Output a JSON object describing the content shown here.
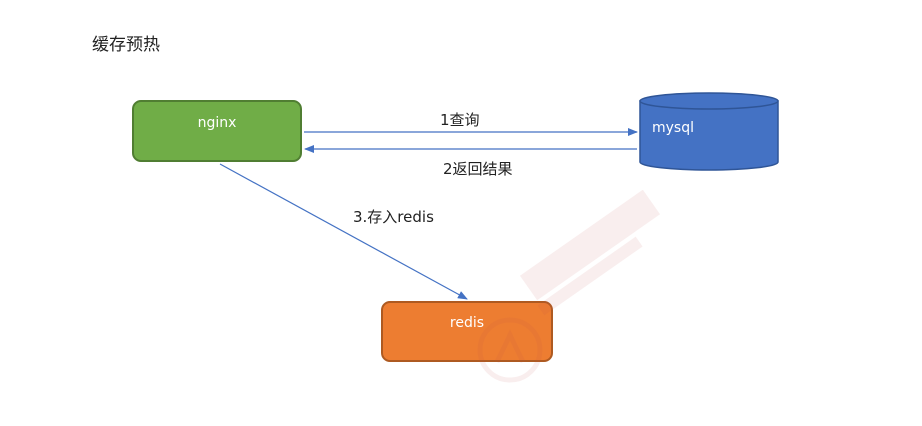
{
  "title": "缓存预热",
  "nodes": {
    "nginx": "nginx",
    "mysql": "mysql",
    "redis": "redis"
  },
  "edges": {
    "query": "1查询",
    "return_result": "2返回结果",
    "store_redis": "3.存入redis"
  },
  "colors": {
    "nginx_fill": "#70ad47",
    "mysql_fill": "#4472c4",
    "redis_fill": "#ed7d31",
    "arrow": "#4472c4"
  },
  "watermark_icon": "brand-watermark-icon"
}
